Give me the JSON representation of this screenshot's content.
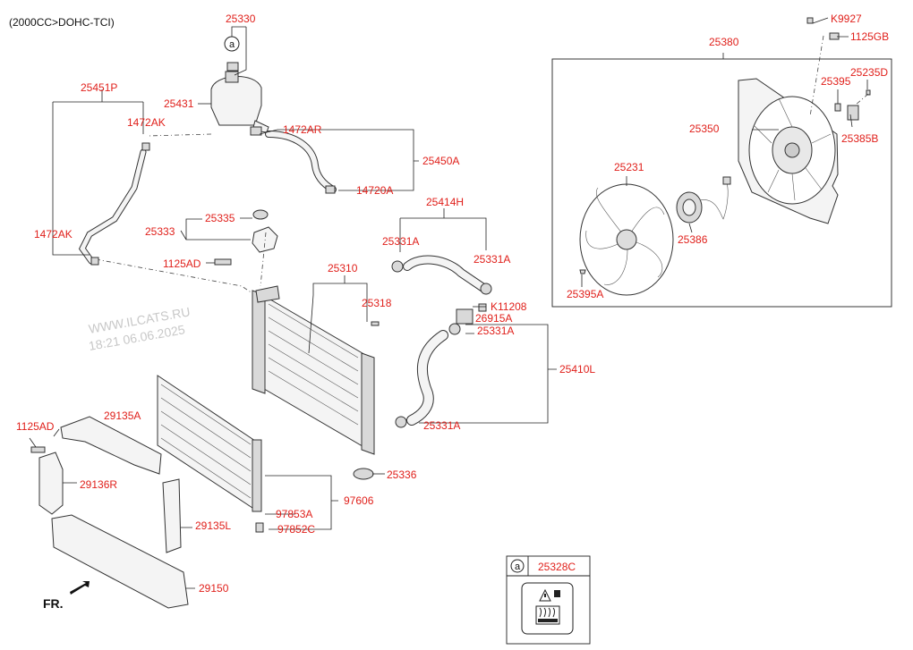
{
  "header": {
    "engine_spec": "(2000CC>DOHC-TCI)"
  },
  "watermark": {
    "site": "WWW.ILCATS.RU",
    "timestamp": "18:21 06.06.2025"
  },
  "direction": {
    "label": "FR."
  },
  "colors": {
    "part_label": "#e0201b",
    "line": "#222222",
    "watermark": "#c8c8c8"
  },
  "callout_marker": "a",
  "legend_box": {
    "marker": "a",
    "part": "25328C",
    "icon": "coolant-warning-label-icon"
  },
  "labels": {
    "p25330": "25330",
    "p25431": "25431",
    "p25451P": "25451P",
    "p1472AK_top": "1472AK",
    "p1472AK_left": "1472AK",
    "p1472AR": "1472AR",
    "p25450A": "25450A",
    "p14720A": "14720A",
    "p25335": "25335",
    "p25333": "25333",
    "p1125AD_top": "1125AD",
    "p25310": "25310",
    "p25318": "25318",
    "p25414H": "25414H",
    "p25331A_1": "25331A",
    "p25331A_2": "25331A",
    "pK11208": "K11208",
    "p26915A": "26915A",
    "p25331A_3": "25331A",
    "p25410L": "25410L",
    "p25331A_4": "25331A",
    "p25336": "25336",
    "p1125AD_left": "1125AD",
    "p29135A": "29135A",
    "p29136R": "29136R",
    "p29135L": "29135L",
    "p97853A": "97853A",
    "p97606": "97606",
    "p97852C": "97852C",
    "p29150": "29150",
    "pK9927": "K9927",
    "p1125GB": "1125GB",
    "p25380": "25380",
    "p25235D": "25235D",
    "p25395": "25395",
    "p25350": "25350",
    "p25385B": "25385B",
    "p25231": "25231",
    "p25386": "25386",
    "p25395A": "25395A"
  }
}
